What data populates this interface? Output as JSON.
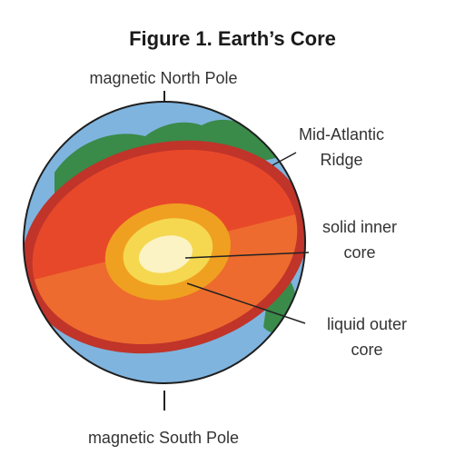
{
  "title": "Figure 1. Earth’s Core",
  "labels": {
    "north_pole": "magnetic North Pole",
    "south_pole": "magnetic South Pole",
    "ridge_line1": "Mid-Atlantic",
    "ridge_line2": "Ridge",
    "inner_line1": "solid inner",
    "inner_line2": "core",
    "outer_line1": "liquid outer",
    "outer_line2": "core"
  },
  "colors": {
    "ocean": "#7fb4de",
    "land": "#3a8a4a",
    "crust": "#c0342a",
    "mantle": "#e8482a",
    "outer_core": "#f0a020",
    "inner_core": "#f5d850",
    "center": "#fbf3c4",
    "outline": "#1f1f1f"
  }
}
